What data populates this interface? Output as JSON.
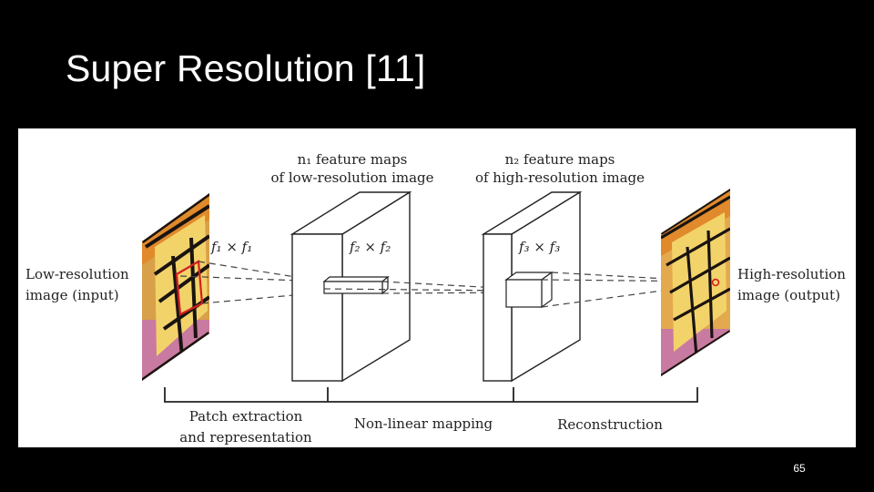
{
  "slide": {
    "title": "Super Resolution [11]",
    "page_number": "65"
  },
  "diagram": {
    "input_label_line1": "Low-resolution",
    "input_label_line2": "image (input)",
    "output_label_line1": "High-resolution",
    "output_label_line2": "image (output)",
    "layer1_header_line1": "n₁ feature maps",
    "layer1_header_line2": "of low-resolution image",
    "layer2_header_line1": "n₂ feature maps",
    "layer2_header_line2": "of high-resolution image",
    "filter1_label": "f₁ × f₁",
    "filter2_label": "f₂ × f₂",
    "filter3_label": "f₃ × f₃",
    "stage1_line1": "Patch extraction",
    "stage1_line2": "and representation",
    "stage2_label": "Non-linear mapping",
    "stage3_label": "Reconstruction",
    "patch_color": "#d62020",
    "butterfly_orange": "#e8a33a",
    "butterfly_yellow": "#f2d36a",
    "butterfly_black": "#1a1410",
    "background_pink": "#c97aa0"
  }
}
